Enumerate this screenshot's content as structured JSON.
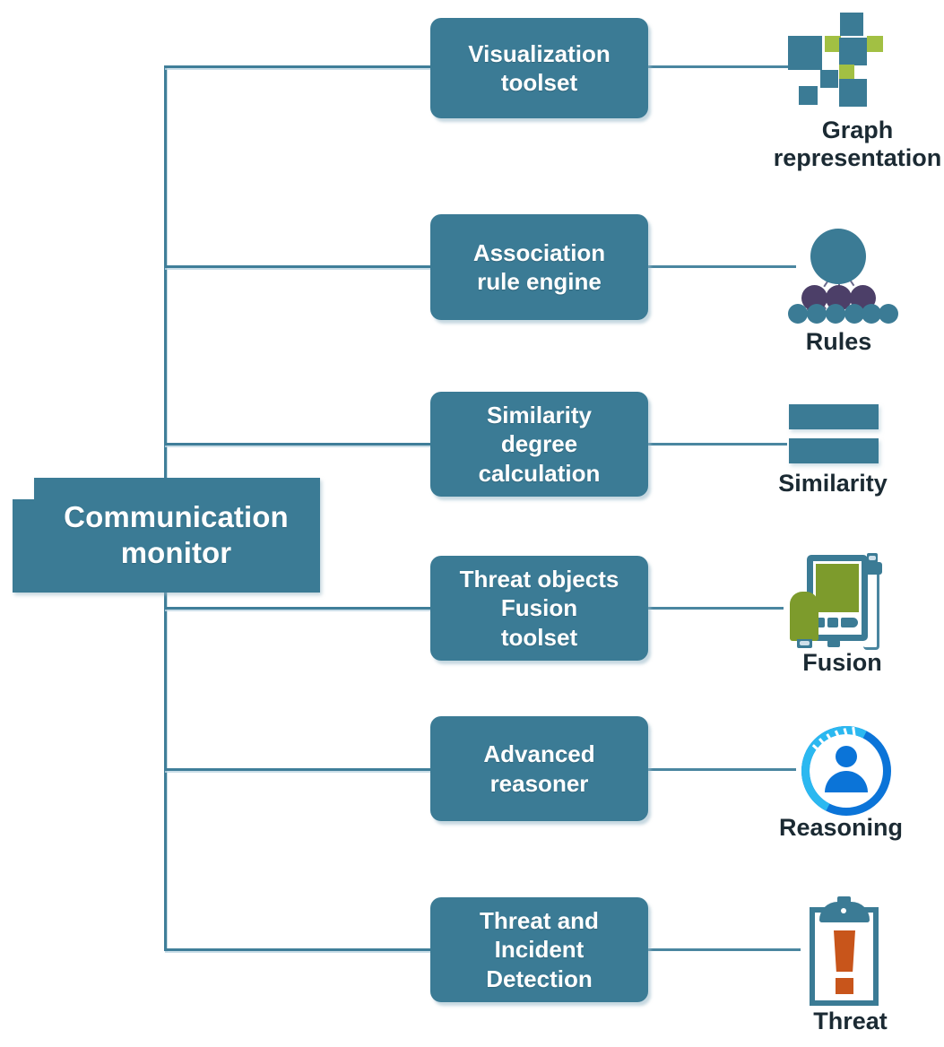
{
  "diagram": {
    "root": {
      "label": "Communication\nmonitor",
      "name": "communication-monitor-node"
    },
    "accent_colors": {
      "node_blue": "#3b7b95",
      "line_blue": "#3f7e99",
      "accent_green": "#a2c043",
      "fusion_green": "#7d9b2c",
      "rules_purple": "#4c3f68",
      "reasoning_blue": "#0b74d8",
      "reasoning_light_blue": "#2bb8f0",
      "threat_orange": "#c8551b",
      "caption_text": "#1b2a33",
      "box_text": "#ffffff"
    },
    "branches": [
      {
        "id": "visualization-toolset",
        "box_label": "Visualization\ntoolset",
        "icon_name": "graph-representation-icon",
        "icon_caption": "Graph\nrepresentation"
      },
      {
        "id": "association-rule-engine",
        "box_label": "Association\nrule engine",
        "icon_name": "rules-tree-icon",
        "icon_caption": "Rules"
      },
      {
        "id": "similarity-degree-calculation",
        "box_label": "Similarity\ndegree\ncalculation",
        "icon_name": "similarity-bars-icon",
        "icon_caption": "Similarity"
      },
      {
        "id": "threat-objects-fusion-toolset",
        "box_label": "Threat objects\nFusion\ntoolset",
        "icon_name": "fusion-device-icon",
        "icon_caption": "Fusion"
      },
      {
        "id": "advanced-reasoner",
        "box_label": "Advanced\nreasoner",
        "icon_name": "reasoning-person-icon",
        "icon_caption": "Reasoning"
      },
      {
        "id": "threat-and-incident-detection",
        "box_label": "Threat and\nIncident\nDetection",
        "icon_name": "threat-clipboard-icon",
        "icon_caption": "Threat"
      }
    ]
  }
}
